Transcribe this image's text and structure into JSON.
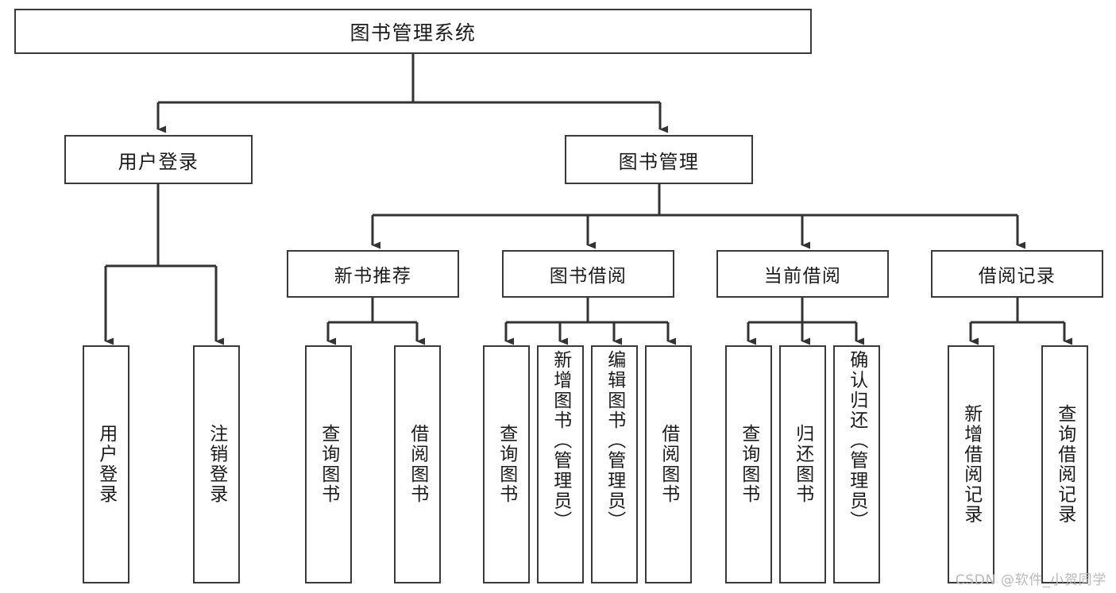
{
  "diagram": {
    "type": "tree",
    "title": "图书管理系统",
    "watermark": "CSDN @软件_小贺同学",
    "colors": {
      "background": "#ffffff",
      "box_border": "#3a3a3a",
      "edge": "#333333",
      "text": "#1b1b1b",
      "watermark": "#b9b9b9"
    },
    "nodes": {
      "root": {
        "label": "图书管理系统"
      },
      "level2": [
        {
          "id": "user-login",
          "label": "用户登录"
        },
        {
          "id": "book-manage",
          "label": "图书管理"
        }
      ],
      "level3": [
        {
          "id": "new-book-recommend",
          "label": "新书推荐"
        },
        {
          "id": "book-borrow",
          "label": "图书借阅"
        },
        {
          "id": "current-borrow",
          "label": "当前借阅"
        },
        {
          "id": "borrow-record",
          "label": "借阅记录"
        }
      ],
      "leaves": {
        "user-login": [
          {
            "id": "leaf-user-login",
            "label": "用户登录"
          },
          {
            "id": "leaf-logout",
            "label": "注销登录"
          }
        ],
        "new-book-recommend": [
          {
            "id": "leaf-query-book-1",
            "label": "查询图书"
          },
          {
            "id": "leaf-borrow-book-1",
            "label": "借阅图书"
          }
        ],
        "book-borrow": [
          {
            "id": "leaf-query-book-2",
            "label": "查询图书"
          },
          {
            "id": "leaf-add-book",
            "label": "新增图书（管理员）"
          },
          {
            "id": "leaf-edit-book",
            "label": "编辑图书（管理员）"
          },
          {
            "id": "leaf-borrow-book-2",
            "label": "借阅图书"
          }
        ],
        "current-borrow": [
          {
            "id": "leaf-query-book-3",
            "label": "查询图书"
          },
          {
            "id": "leaf-return-book",
            "label": "归还图书"
          },
          {
            "id": "leaf-confirm-return",
            "label": "确认归还（管理员）"
          }
        ],
        "borrow-record": [
          {
            "id": "leaf-add-record",
            "label": "新增借阅记录"
          },
          {
            "id": "leaf-query-record",
            "label": "查询借阅记录"
          }
        ]
      }
    }
  }
}
